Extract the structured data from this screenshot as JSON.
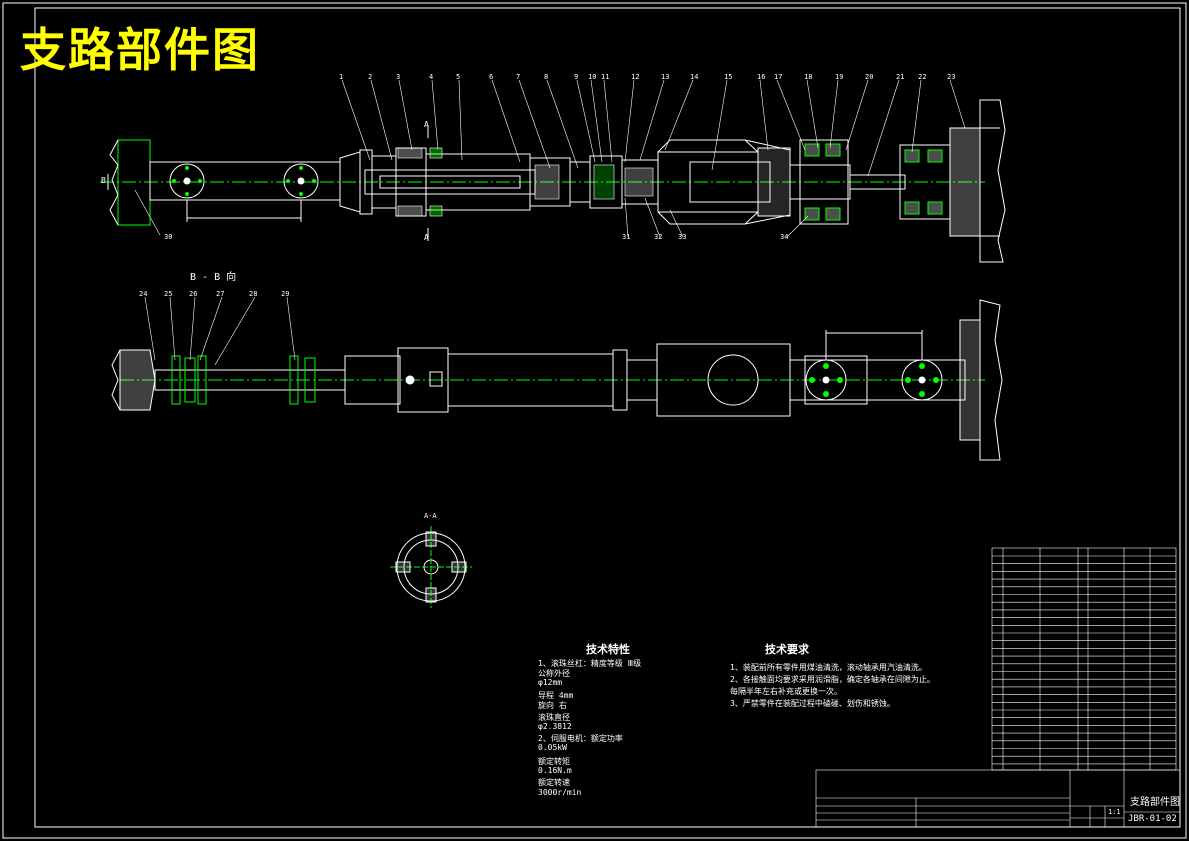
{
  "drawing": {
    "title": "支路部件图",
    "view_b_label": "B - B 向",
    "view_a_label": "A-A",
    "part_numbers_top": [
      "1",
      "2",
      "3",
      "4",
      "5",
      "6",
      "7",
      "8",
      "9",
      "10",
      "11",
      "12",
      "13",
      "14",
      "15",
      "16",
      "17",
      "18",
      "19",
      "20",
      "21",
      "22",
      "23"
    ],
    "part_numbers_bottom_view": [
      "24",
      "25",
      "26",
      "27",
      "28",
      "29"
    ],
    "callouts_misc": [
      "30",
      "31",
      "32",
      "33",
      "34"
    ],
    "section_mark": "A",
    "b_mark": "B"
  },
  "tech_specs": {
    "heading": "技术特性",
    "lines": [
      "1、滚珠丝杠：精度等级    Ⅲ级",
      "            公称外径",
      "φ12mm",
      "            导程       4mm",
      "            旋向       右",
      "            滚珠直径",
      "φ2.3812",
      "2、伺服电机：额定功率",
      "0.05kW",
      "            额定转矩",
      "0.16N.m",
      "            额定转速",
      "3000r/min"
    ]
  },
  "tech_requirements": {
    "heading": "技术要求",
    "lines": [
      "1、装配前所有零件用煤油清洗，滚动轴承用汽油清洗。",
      "2、各接触面均要求采用润滑脂，确定各轴承在间隙为止。",
      "   每隔半年左右补充或更换一次。",
      "3、严禁零件在装配过程中磕碰、划伤和锈蚀。"
    ]
  },
  "title_block": {
    "drawing_name": "支路部件图",
    "drawing_number": "JBR-01-02",
    "scale": "1:1"
  }
}
